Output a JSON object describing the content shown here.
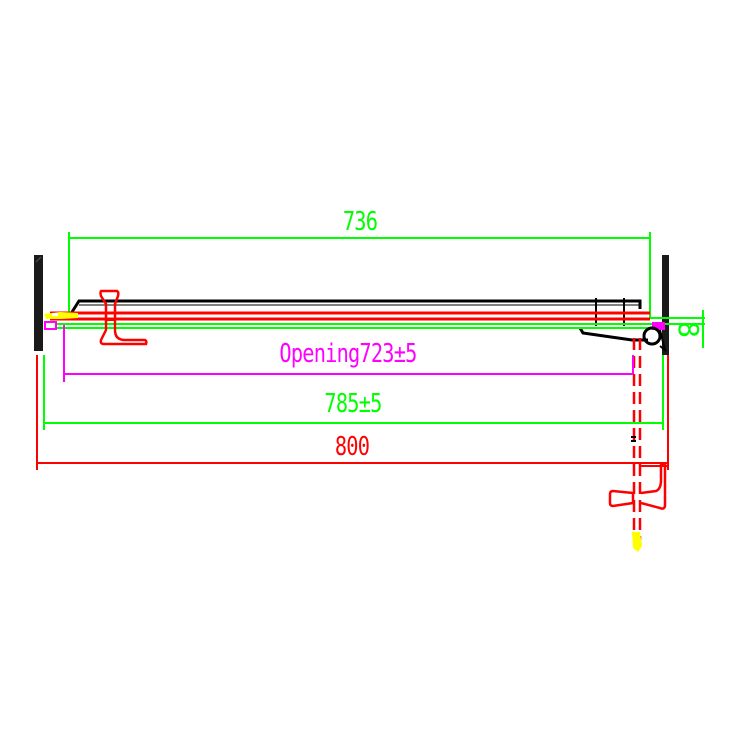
{
  "colors": {
    "wall": "#1a1a1a",
    "frame": "#000000",
    "glass_red": "#ff0000",
    "dim_green": "#00ff00",
    "dim_magenta": "#ff00ff",
    "dim_red": "#ff0000",
    "seal_yellow": "#ffff00",
    "background": "#ffffff"
  },
  "dimensions": {
    "top_width": {
      "label": "736",
      "color": "#00ff00"
    },
    "opening": {
      "label": "Opening723±5",
      "color": "#ff00ff"
    },
    "adjust_range": {
      "label": "785±5",
      "color": "#00ff00"
    },
    "overall": {
      "label": "800",
      "color": "#ff0000"
    },
    "glass_thickness": {
      "label": "8",
      "color": "#00ff00"
    }
  },
  "components": [
    {
      "name": "left-wall",
      "type": "wall"
    },
    {
      "name": "right-wall",
      "type": "wall"
    },
    {
      "name": "fixed-panel-frame",
      "type": "profile"
    },
    {
      "name": "sliding-glass-door",
      "type": "glass"
    },
    {
      "name": "door-handle-left",
      "type": "handle"
    },
    {
      "name": "door-handle-swung",
      "type": "handle"
    },
    {
      "name": "hinge-pivot",
      "type": "hinge"
    },
    {
      "name": "magnetic-seal",
      "type": "seal"
    },
    {
      "name": "door-open-position",
      "type": "glass-dashed"
    }
  ]
}
